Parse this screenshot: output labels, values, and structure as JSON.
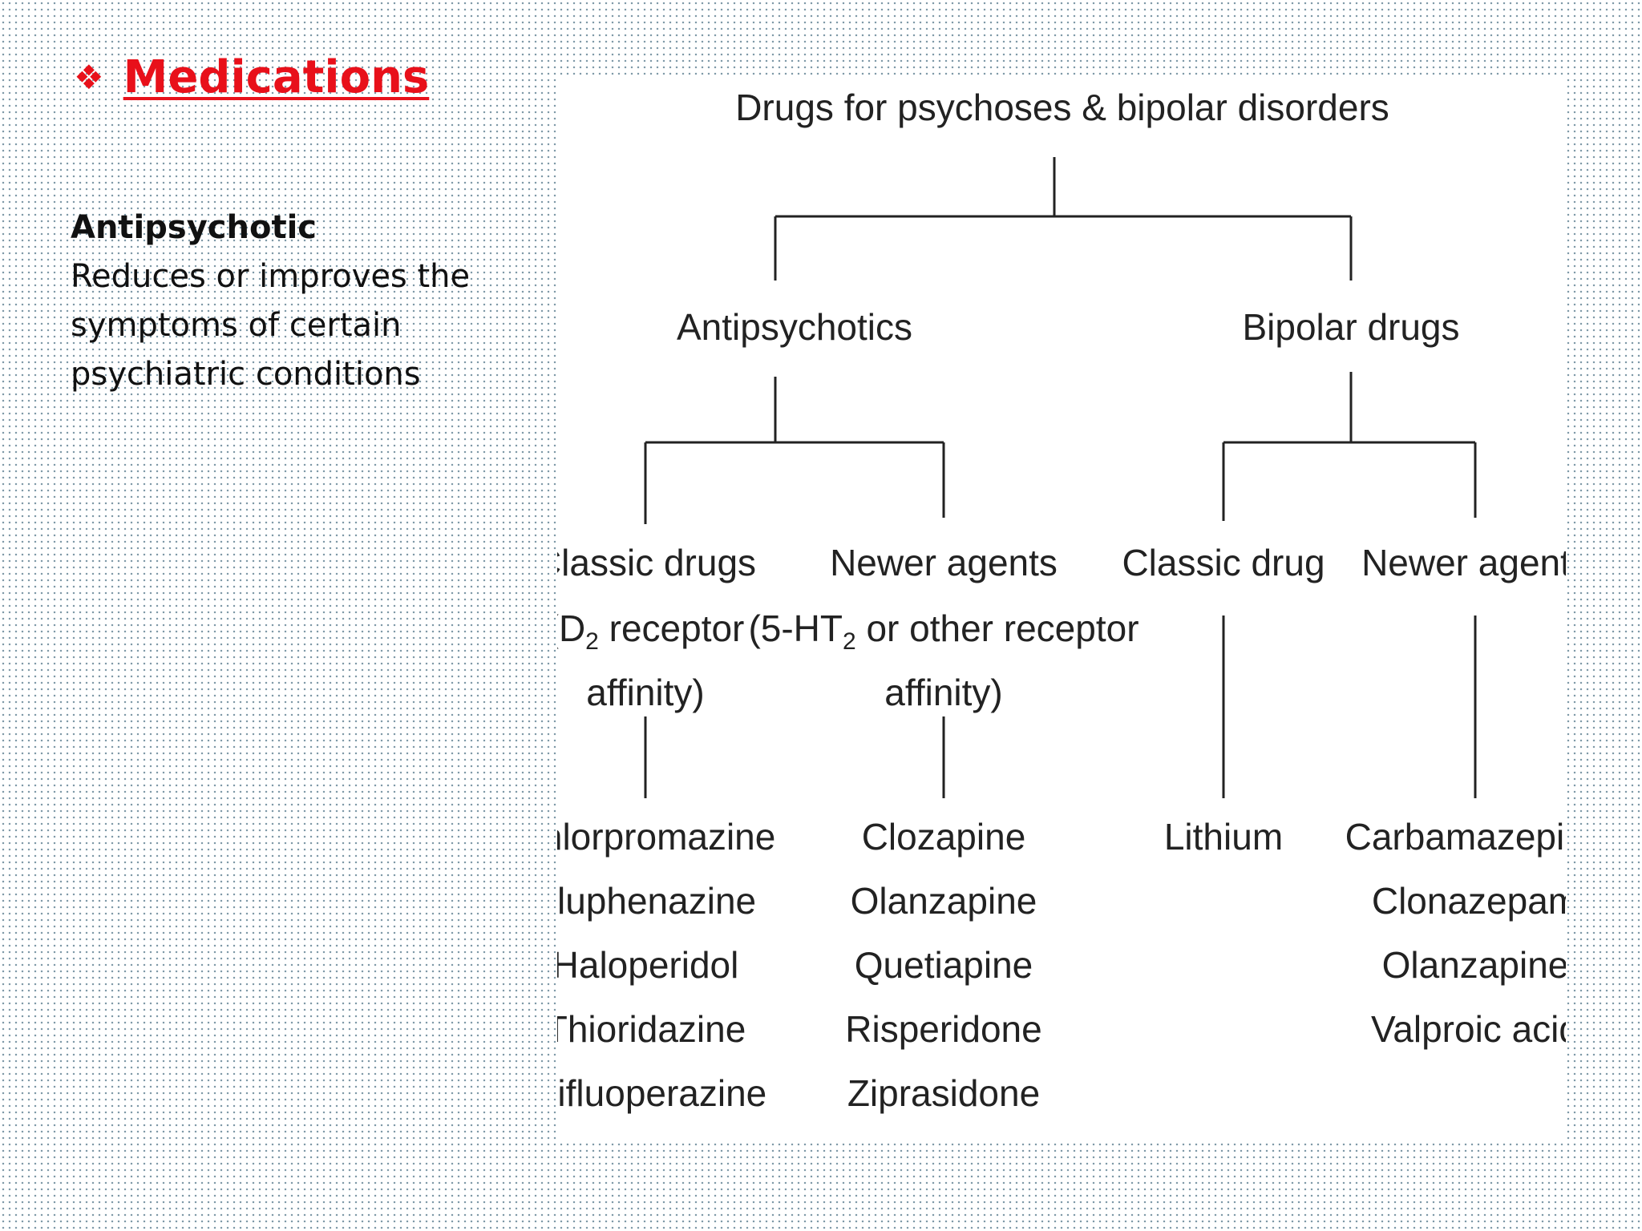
{
  "heading": {
    "bullet": "❖",
    "title": "Medications"
  },
  "description": {
    "term": "Antipsychotic",
    "definition": "Reduces or improves the symptoms of certain psychiatric conditions"
  },
  "diagram": {
    "root": "Drugs for psychoses & bipolar disorders",
    "antipsychotics": {
      "label": "Antipsychotics",
      "classic": {
        "label": "Classic drugs",
        "note_open": "(D",
        "note_sub": "2",
        "note_rest": " receptor",
        "note_line2": "affinity)",
        "drugs": [
          "Chlorpromazine",
          "Fluphenazine",
          "Haloperidol",
          "Thioridazine",
          "Trifluoperazine"
        ]
      },
      "newer": {
        "label": "Newer agents",
        "note_open": "(5-HT",
        "note_sub": "2",
        "note_rest": " or other receptor",
        "note_line2": "affinity)",
        "drugs": [
          "Clozapine",
          "Olanzapine",
          "Quetiapine",
          "Risperidone",
          "Ziprasidone"
        ]
      }
    },
    "bipolar": {
      "label": "Bipolar drugs",
      "classic": {
        "label": "Classic drug",
        "drugs": [
          "Lithium"
        ]
      },
      "newer": {
        "label": "Newer agents",
        "drugs": [
          "Carbamazepine",
          "Clonazepam",
          "Olanzapine",
          "Valproic acid"
        ]
      }
    }
  }
}
